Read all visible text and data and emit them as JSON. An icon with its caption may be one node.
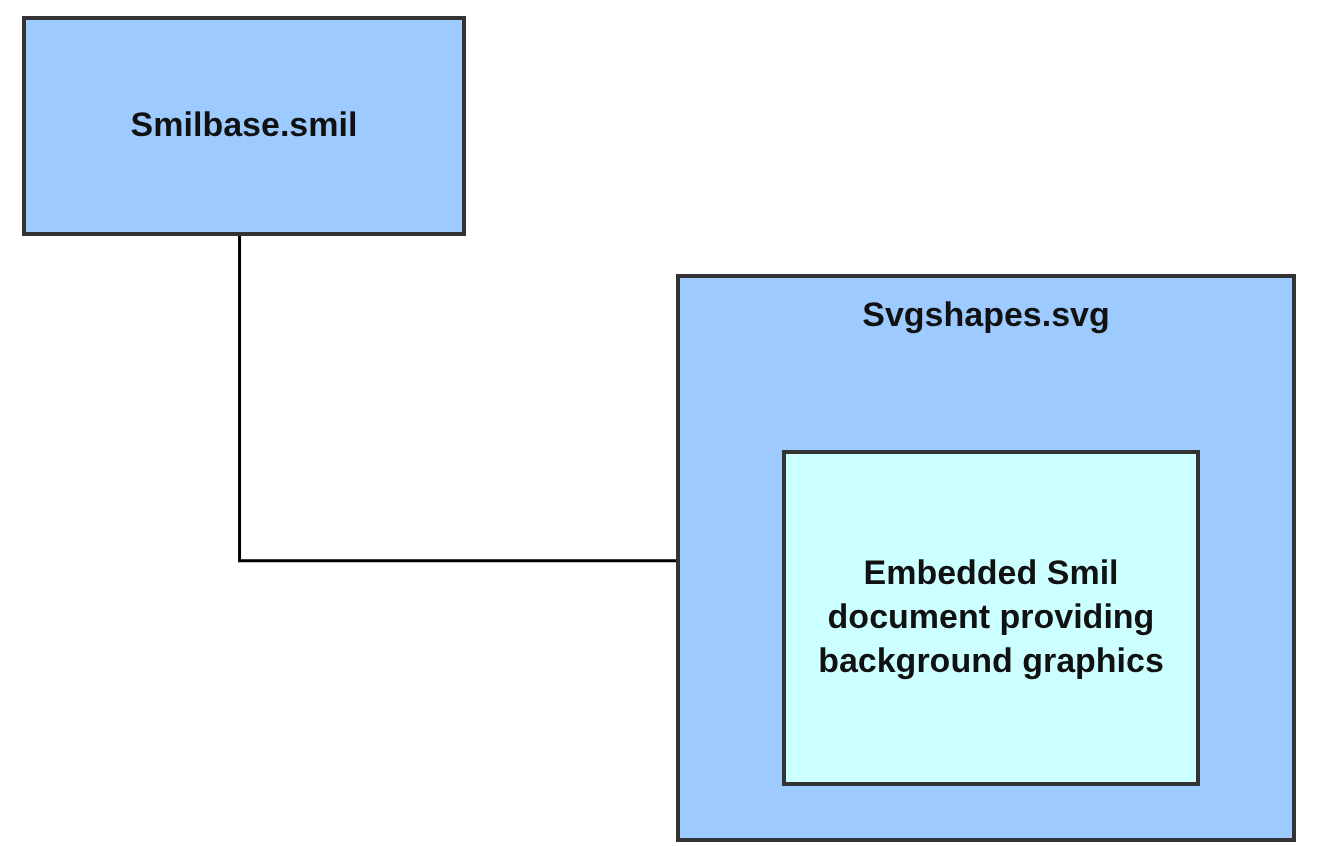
{
  "diagram": {
    "nodes": [
      {
        "text": [
          "Smilbase.smil"
        ]
      },
      {
        "text": [
          "Svgshapes.svg"
        ]
      },
      {
        "text": [
          "Embedded Smil document providing background graphics"
        ],
        "in": 1
      }
    ],
    "edges": [
      {
        "from": 0,
        "to": 1,
        "arrow": "none"
      }
    ]
  }
}
